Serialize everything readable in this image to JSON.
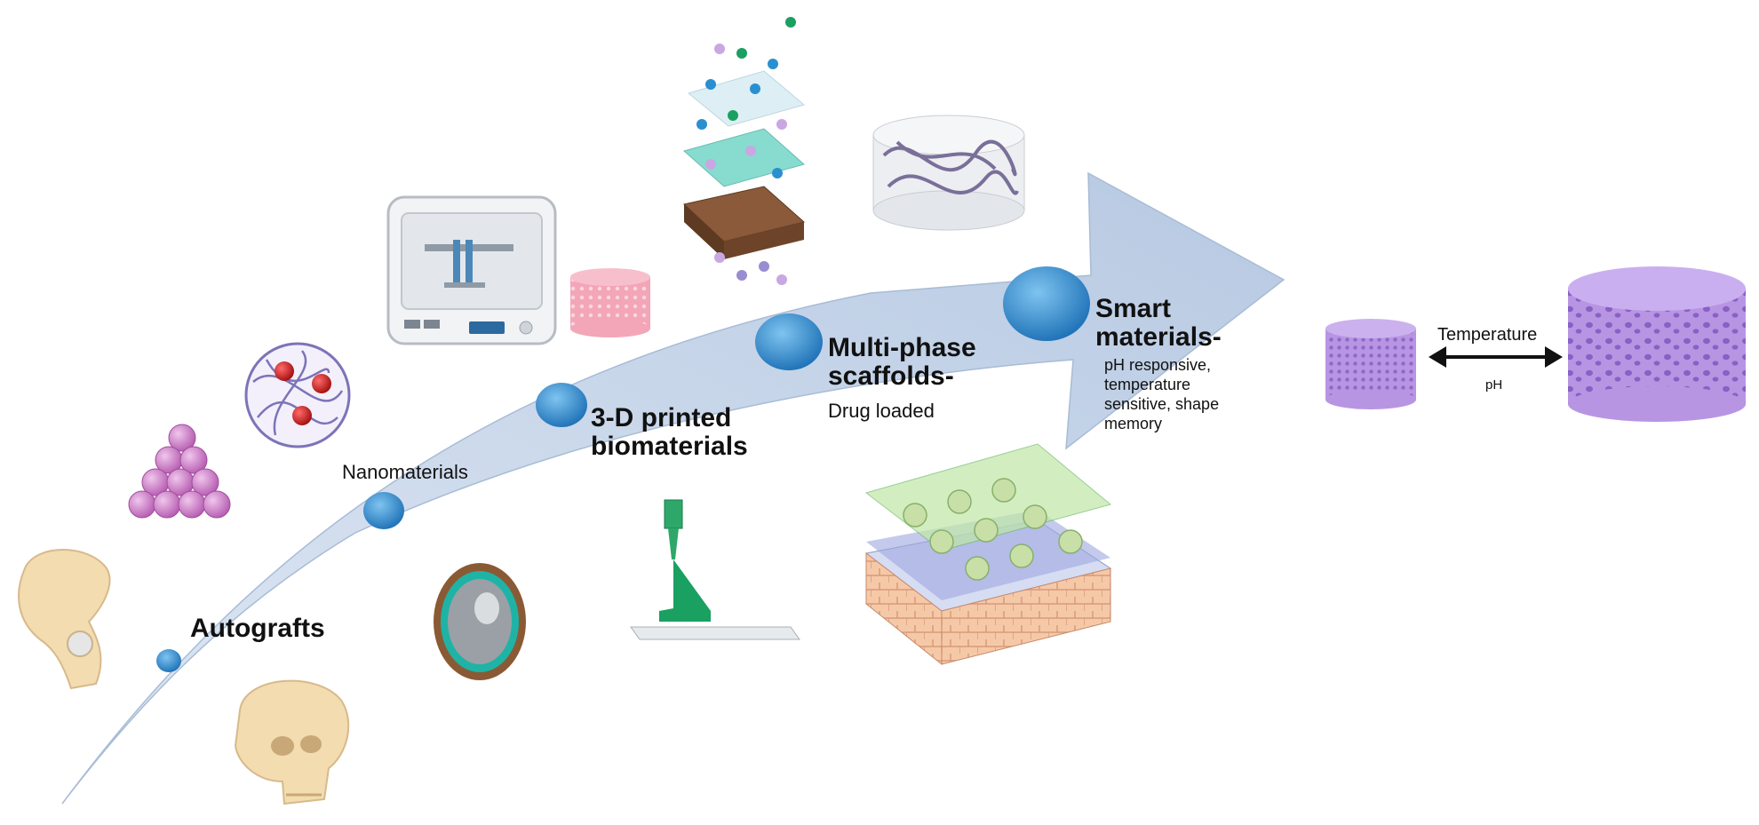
{
  "stages": [
    {
      "id": "autografts",
      "label": "Autografts"
    },
    {
      "id": "nanomaterials",
      "label": "Nanomaterials"
    },
    {
      "id": "printed",
      "label": "3-D printed\nbiomaterials"
    },
    {
      "id": "multiphase",
      "label": "Multi-phase\nscaffolds-",
      "sub": "Drug loaded"
    },
    {
      "id": "smart",
      "label": "Smart\nmaterials-",
      "sub": "pH responsive,\ntemperature\nsensitive, shape\nmemory"
    }
  ],
  "stimuli": {
    "top": "Temperature",
    "bottom": "pH"
  },
  "colors": {
    "arrow": "#c9d7ea",
    "marker": "#2a8fd0",
    "bone": "#f2dcb0",
    "nano_pink": "#d98ad0",
    "scaffold_purple": "#b48ee0",
    "hydrogel_green": "#2aa86a",
    "mesh_pink": "#f3a6b8"
  },
  "icons": [
    "pelvis-bone-icon",
    "skull-icon",
    "nanoparticle-pyramid-icon",
    "polymer-nanoparticle-icon",
    "coated-implant-icon",
    "bioprinter-icon",
    "porous-scaffold-icon",
    "extrusion-nozzle-icon",
    "drug-release-layers-icon",
    "fiber-cylinder-icon",
    "layered-scaffold-icon",
    "small-porous-cylinder-icon",
    "large-porous-cylinder-icon"
  ]
}
